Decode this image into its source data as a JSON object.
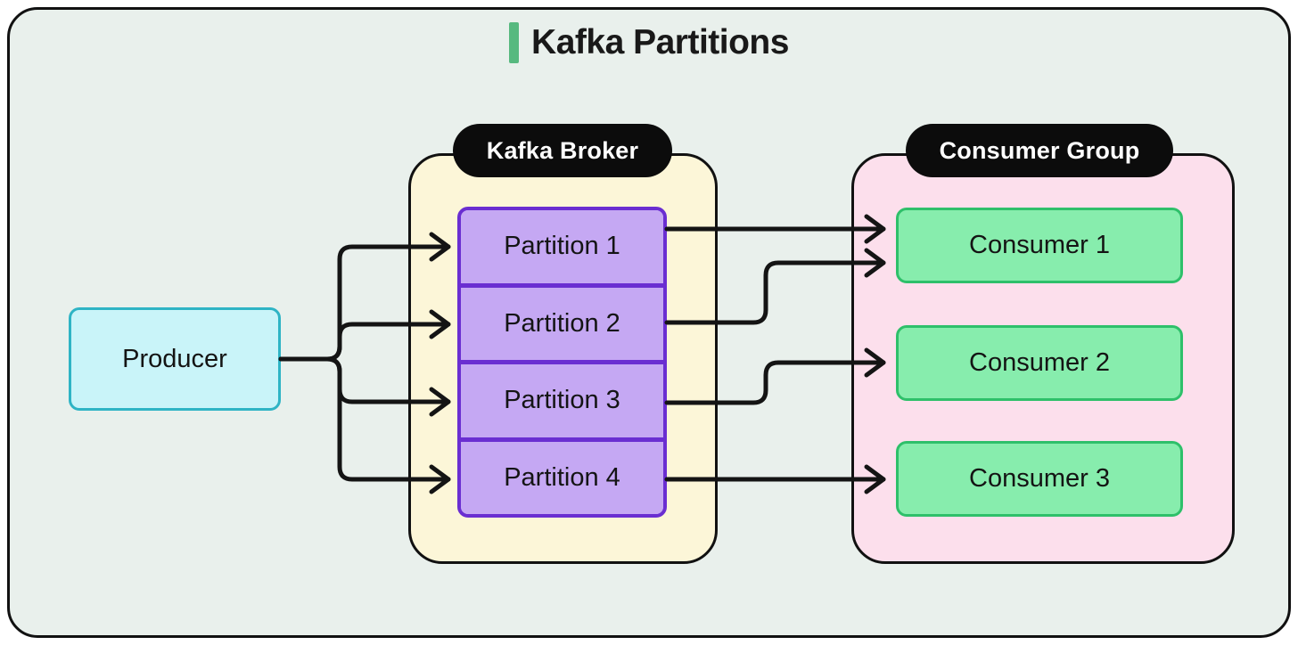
{
  "title": {
    "text": "Kafka Partitions"
  },
  "producer": {
    "label": "Producer"
  },
  "broker": {
    "label": "Kafka Broker",
    "partitions": [
      {
        "label": "Partition 1"
      },
      {
        "label": "Partition 2"
      },
      {
        "label": "Partition 3"
      },
      {
        "label": "Partition 4"
      }
    ]
  },
  "consumer_group": {
    "label": "Consumer Group",
    "consumers": [
      {
        "label": "Consumer 1"
      },
      {
        "label": "Consumer 2"
      },
      {
        "label": "Consumer 3"
      }
    ]
  },
  "connections": [
    {
      "from": "Producer",
      "to": "Partition 1"
    },
    {
      "from": "Producer",
      "to": "Partition 2"
    },
    {
      "from": "Producer",
      "to": "Partition 3"
    },
    {
      "from": "Producer",
      "to": "Partition 4"
    },
    {
      "from": "Partition 1",
      "to": "Consumer 1"
    },
    {
      "from": "Partition 2",
      "to": "Consumer 1"
    },
    {
      "from": "Partition 3",
      "to": "Consumer 2"
    },
    {
      "from": "Partition 4",
      "to": "Consumer 3"
    }
  ],
  "colors": {
    "background": "#e9f0ec",
    "accent": "#57b97f",
    "producer_fill": "#c9f4f9",
    "producer_border": "#2eb4c5",
    "broker_fill": "#fcf6d8",
    "partition_fill": "#c5a8f3",
    "partition_border": "#6a2ed1",
    "consumer_group_fill": "#fcdfec",
    "consumer_fill": "#87edad",
    "consumer_border": "#2ec06a",
    "pill_fill": "#0c0c0c",
    "pill_text": "#ffffff",
    "line": "#141414"
  }
}
